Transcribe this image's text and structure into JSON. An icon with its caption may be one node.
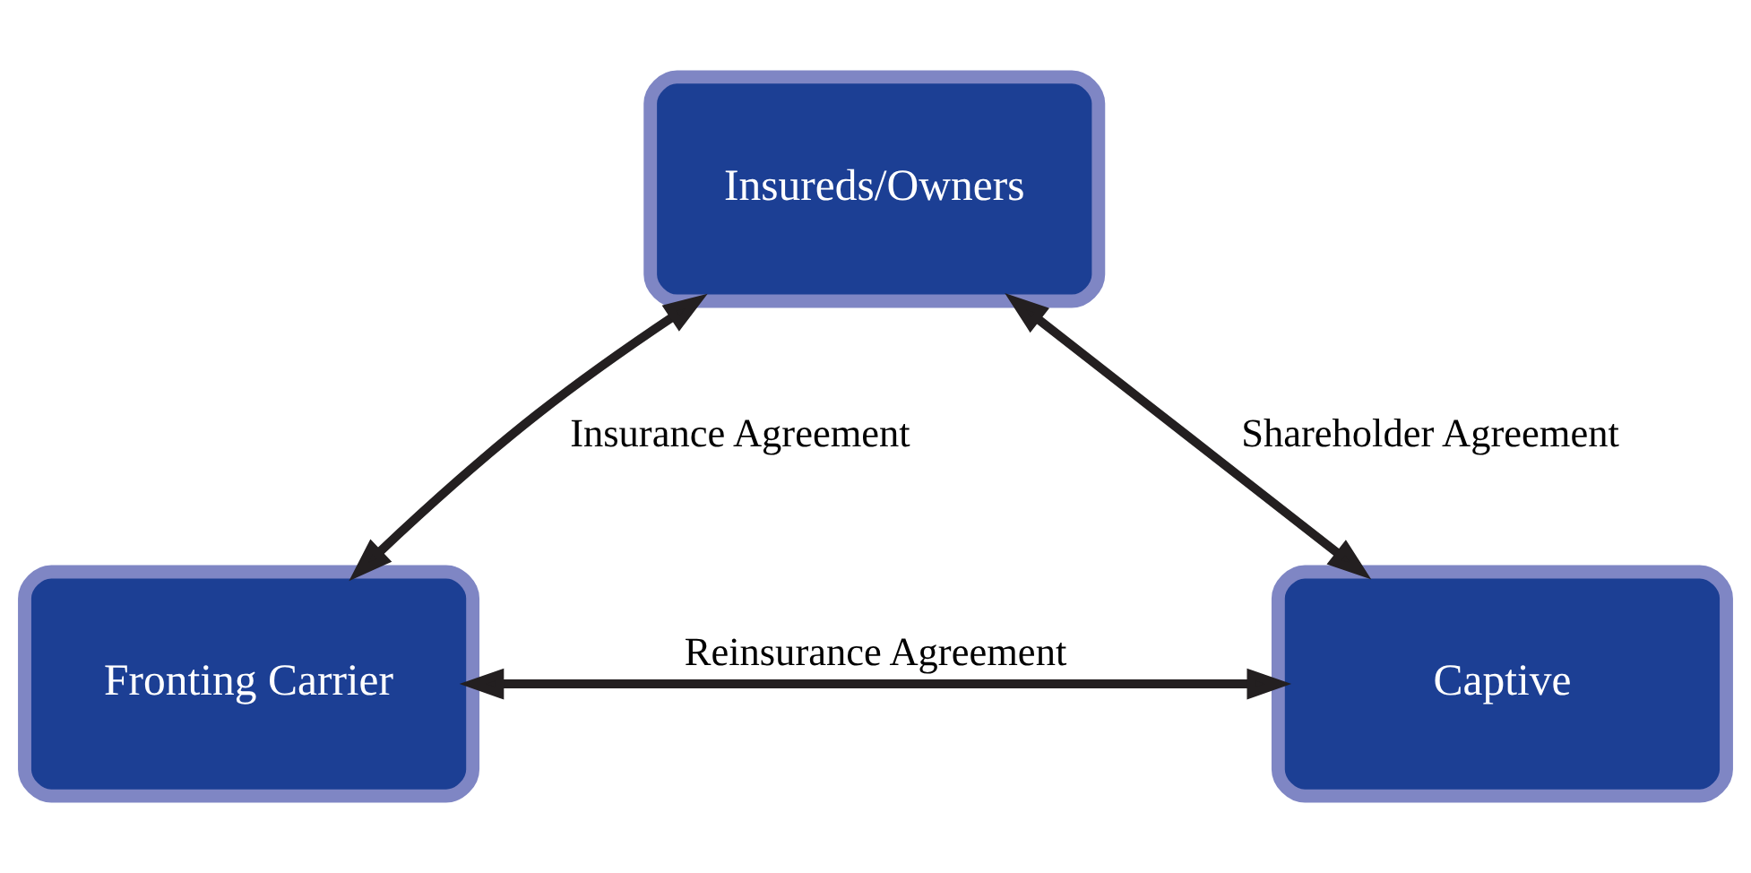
{
  "diagram": {
    "nodes": [
      {
        "text": [
          "Insureds/Owners"
        ]
      },
      {
        "text": [
          "Fronting Carrier"
        ]
      },
      {
        "text": [
          "Captive"
        ]
      }
    ],
    "edges": [
      {
        "from": 0,
        "to": 1,
        "arrow": "both",
        "label": "Insurance Agreement"
      },
      {
        "from": 0,
        "to": 2,
        "arrow": "both",
        "label": "Shareholder Agreement"
      },
      {
        "from": 1,
        "to": 2,
        "arrow": "both",
        "label": "Reinsurance Agreement"
      }
    ]
  }
}
